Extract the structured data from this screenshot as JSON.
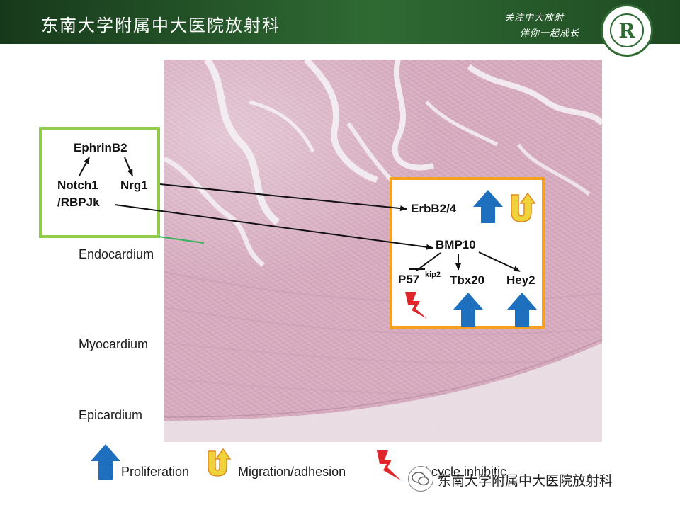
{
  "header": {
    "title": "东南大学附属中大医院放射科",
    "slogan_line1": "关注中大放射",
    "slogan_line2": "伴你一起成长",
    "logo_letter": "R"
  },
  "left_box": {
    "ephrin": "EphrinB2",
    "notch_line1": "Notch1",
    "notch_line2": "/RBPJk",
    "nrg": "Nrg1"
  },
  "right_box": {
    "erbb": "ErbB2/4",
    "bmp": "BMP10",
    "p57": "P57",
    "p57_sup": "kip2",
    "tbx": "Tbx20",
    "hey": "Hey2"
  },
  "layers": {
    "endocardium": "Endocardium",
    "myocardium": "Myocardium",
    "epicardium": "Epicardium"
  },
  "legend": {
    "proliferation": "Proliferation",
    "migration": "Migration/adhesion",
    "cell_cycle": "ell cycle inhibitic"
  },
  "watermark": {
    "text": "东南大学附属中大医院放射科"
  },
  "colors": {
    "header_green": "#2f6a33",
    "left_box_border": "#8fcd4a",
    "right_box_border": "#f5a01e",
    "blue_arrow": "#1f6fbf",
    "yellow_arrow": "#f0d23a",
    "red_bolt": "#e0262a"
  }
}
